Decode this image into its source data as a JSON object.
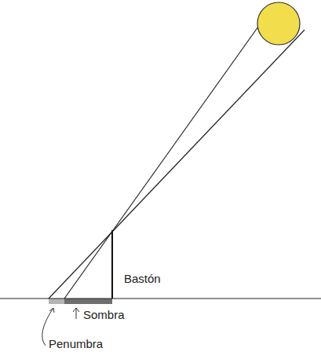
{
  "diagram": {
    "labels": [
      "Bastón",
      "Sombra",
      "Penumbra"
    ]
  }
}
